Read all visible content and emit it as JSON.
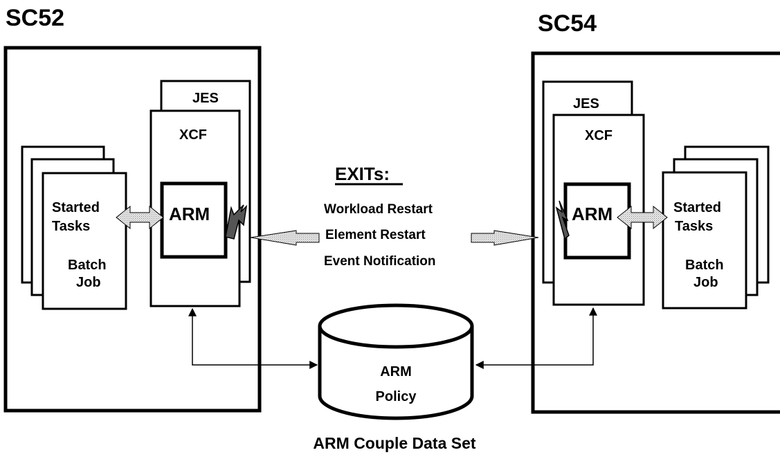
{
  "systems": [
    {
      "name": "SC52",
      "jes": "JES",
      "xcf": "XCF",
      "arm": "ARM",
      "task_line1": "Started",
      "task_line2": "Tasks",
      "batch_line1": "Batch",
      "batch_line2": "Job"
    },
    {
      "name": "SC54",
      "jes": "JES",
      "xcf": "XCF",
      "arm": "ARM",
      "task_line1": "Started",
      "task_line2": "Tasks",
      "batch_line1": "Batch",
      "batch_line2": "Job"
    }
  ],
  "exits": {
    "title": "EXITs:",
    "items": [
      "Workload Restart",
      "Element Restart",
      "Event Notification"
    ]
  },
  "couple_data_set": {
    "line1": "ARM",
    "line2": "Policy",
    "caption": "ARM Couple Data Set"
  },
  "colors": {
    "stroke": "#000000",
    "arrow_fill": "#d4d4d4",
    "background": "#ffffff"
  }
}
